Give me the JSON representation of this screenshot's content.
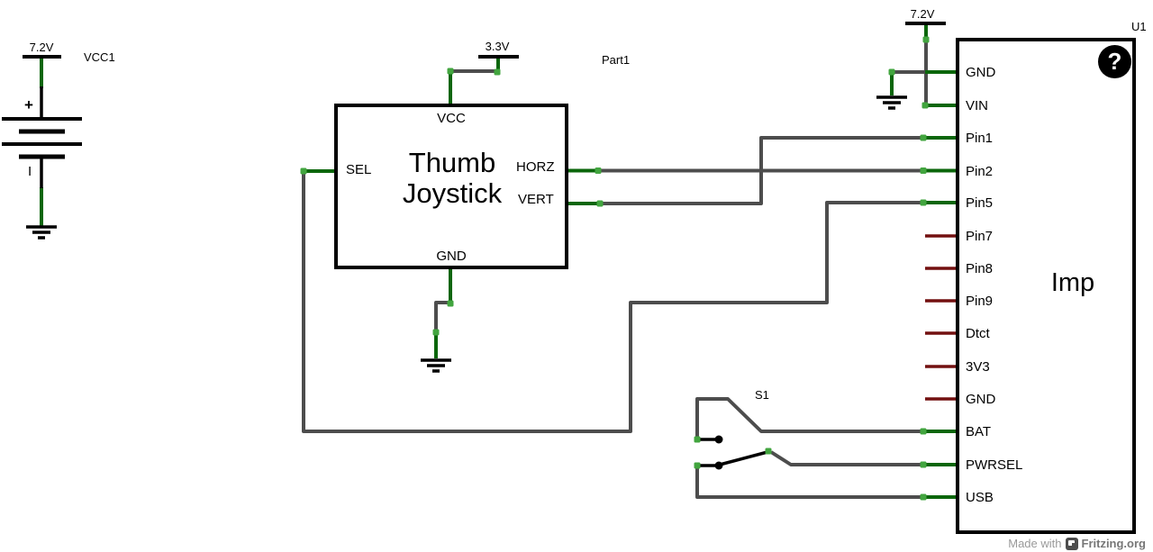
{
  "colors": {
    "wire": "#4d4d4d",
    "green": "#0b660b",
    "red": "#731010",
    "dot": "#42a53f"
  },
  "battery": {
    "designator": "VCC1",
    "voltage_flag": "7.2V",
    "plus_label": "+",
    "minus_label": "I"
  },
  "power": {
    "joystick_flag": "3.3V",
    "imp_flag": "7.2V"
  },
  "joystick": {
    "designator": "Part1",
    "name_line1": "Thumb",
    "name_line2": "Joystick",
    "pins": {
      "vcc": "VCC",
      "sel": "SEL",
      "horz": "HORZ",
      "vert": "VERT",
      "gnd": "GND"
    }
  },
  "imp": {
    "designator": "U1",
    "name": "Imp",
    "help_glyph": "?",
    "pins": [
      {
        "label": "GND",
        "connected": true
      },
      {
        "label": "VIN",
        "connected": true
      },
      {
        "label": "Pin1",
        "connected": true
      },
      {
        "label": "Pin2",
        "connected": true
      },
      {
        "label": "Pin5",
        "connected": true
      },
      {
        "label": "Pin7",
        "connected": false
      },
      {
        "label": "Pin8",
        "connected": false
      },
      {
        "label": "Pin9",
        "connected": false
      },
      {
        "label": "Dtct",
        "connected": false
      },
      {
        "label": "3V3",
        "connected": false
      },
      {
        "label": "GND",
        "connected": false
      },
      {
        "label": "BAT",
        "connected": true
      },
      {
        "label": "PWRSEL",
        "connected": true
      },
      {
        "label": "USB",
        "connected": true
      }
    ]
  },
  "switch": {
    "designator": "S1"
  },
  "watermark": {
    "prefix": "Made with",
    "brand": "Fritzing.org"
  }
}
